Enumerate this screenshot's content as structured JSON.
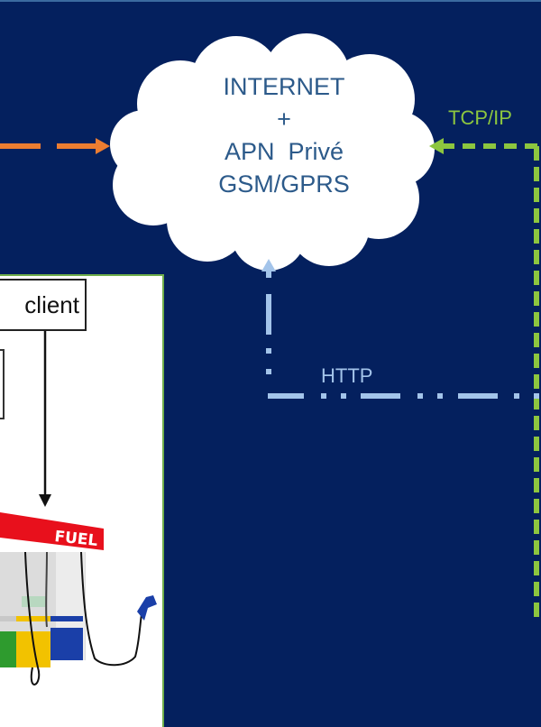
{
  "diagram": {
    "cloud": {
      "lines": [
        "INTERNET",
        "+",
        "APN  Privé",
        "GSM/GPRS"
      ]
    },
    "links": {
      "tcp_label": "TCP/IP",
      "http_label": "HTTP"
    },
    "client": {
      "label": "client",
      "pump_sign": "FUEL"
    },
    "colors": {
      "background": "#04205e",
      "orange_link": "#ed7d31",
      "green_link": "#8dc63f",
      "http_link": "#a3c4ea",
      "cloud_text": "#2c5a8a",
      "fuel_red": "#e8101c"
    }
  }
}
